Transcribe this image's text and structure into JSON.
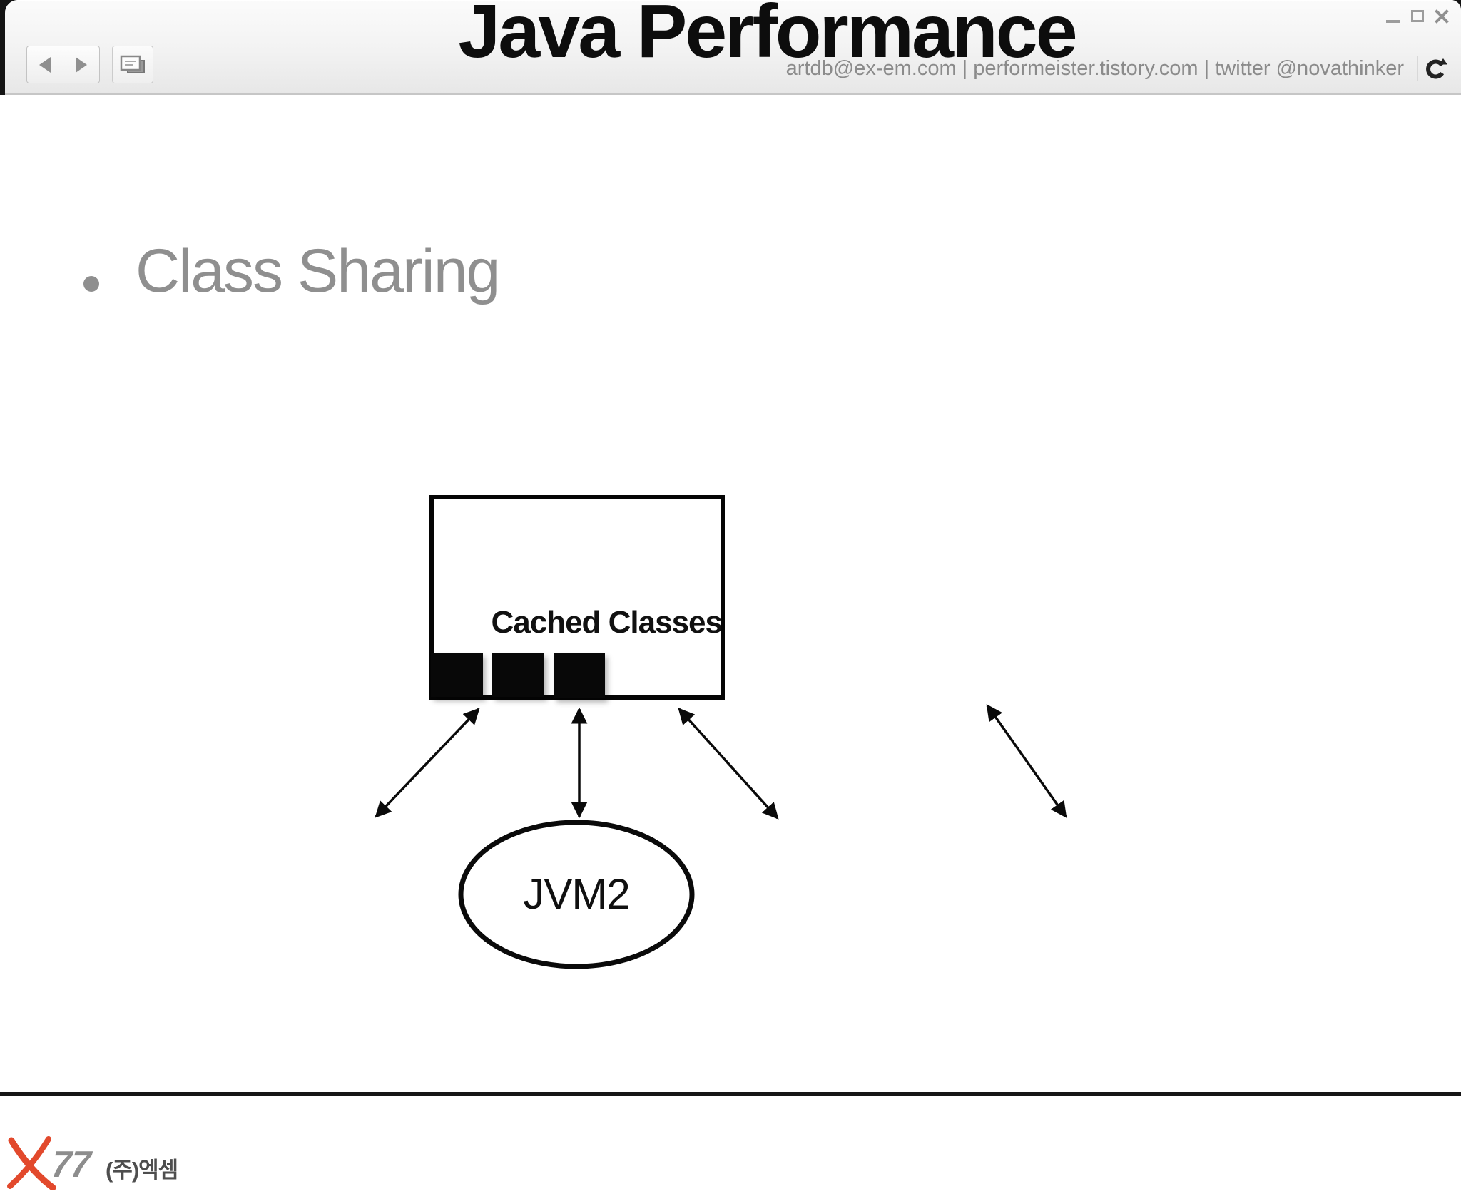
{
  "header": {
    "title": "Java Performance",
    "subtitle": "artdb@ex-em.com | performeister.tistory.com | twitter @novathinker"
  },
  "slide": {
    "bullet_text": "Class Sharing",
    "diagram": {
      "box_label": "Cached Classes",
      "ellipse_label": "JVM2"
    }
  },
  "footer": {
    "logo_mark": "77",
    "logo_company": "(주)엑셈"
  },
  "colors": {
    "logo_red": "#e2492c",
    "title_text": "#0d0d0d",
    "muted_gray": "#8b8b8b",
    "diagram_black": "#0a0a0a",
    "chrome_gray": "#efefef"
  }
}
